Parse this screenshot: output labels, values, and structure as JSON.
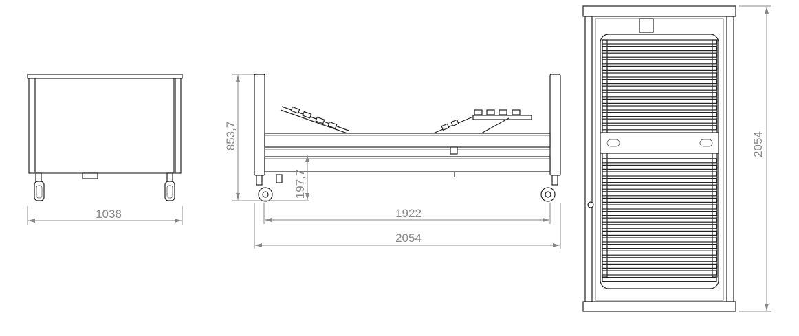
{
  "drawing": {
    "front_view": {
      "width_label": "1038"
    },
    "side_view": {
      "height_label": "853,7",
      "clearance_label": "197,7",
      "inner_length_label": "1922",
      "overall_length_label": "2054"
    },
    "top_view": {
      "length_label": "2054"
    }
  },
  "colors": {
    "line": "#222222",
    "dimension": "#888888"
  }
}
